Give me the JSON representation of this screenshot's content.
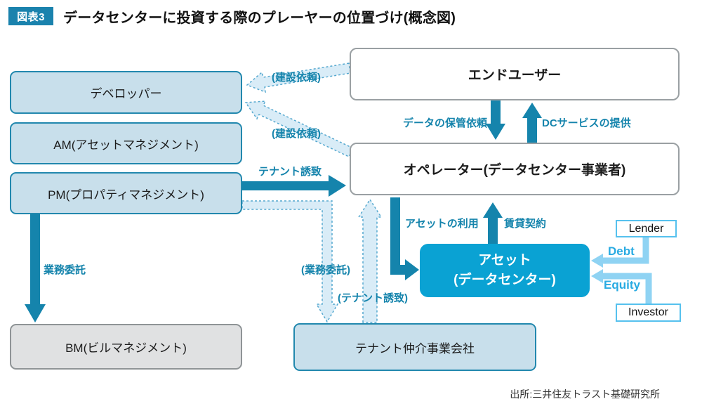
{
  "header": {
    "badge": "図表3",
    "title": "データセンターに投資する際のプレーヤーの位置づけ(概念図)"
  },
  "boxes": {
    "developer": {
      "label": "デベロッパー"
    },
    "am": {
      "label": "AM(アセットマネジメント)"
    },
    "pm": {
      "label": "PM(プロパティマネジメント)"
    },
    "bm": {
      "label": "BM(ビルマネジメント)"
    },
    "end_user": {
      "label": "エンドユーザー"
    },
    "operator": {
      "label": "オペレーター(データセンター事業者)"
    },
    "asset": {
      "label_line1": "アセット",
      "label_line2": "(データセンター)"
    },
    "tenant_broker": {
      "label": "テナント仲介事業会社"
    },
    "lender": {
      "label": "Lender"
    },
    "investor": {
      "label": "Investor"
    }
  },
  "arrows": {
    "data_storage_request": {
      "label": "データの保管依頼"
    },
    "dc_service_provision": {
      "label": "DCサービスの提供"
    },
    "construction_request_upper": {
      "label": "(建設依頼)"
    },
    "construction_request_lower": {
      "label": "(建設依頼)"
    },
    "tenant_attraction": {
      "label": "テナント誘致"
    },
    "outsourcing": {
      "label": "業務委託"
    },
    "outsourcing_indirect": {
      "label": "(業務委託)"
    },
    "tenant_attraction_indirect": {
      "label": "(テナント誘致)"
    },
    "asset_use": {
      "label": "アセットの利用"
    },
    "lease_contract": {
      "label": "賃貸契約"
    },
    "debt": {
      "label": "Debt"
    },
    "equity": {
      "label": "Equity"
    }
  },
  "footer": {
    "source": "出所:三井住友トラスト基礎研究所"
  },
  "colors": {
    "badge_bg": "#1a82ad",
    "solid_arrow": "#1584ac",
    "light_arrow": "#8fd3f3",
    "dashed_arrow_fill": "#d9ecf7",
    "dashed_arrow_stroke": "#55a8cf",
    "blue_box_fill": "#c8dfeb",
    "blue_box_border": "#2288ae",
    "gray_box_fill": "#e0e1e2",
    "asset_box_fill": "#0aa2d3",
    "fin_box_border": "#56c1ee",
    "debt_equity_text": "#29abe2"
  }
}
